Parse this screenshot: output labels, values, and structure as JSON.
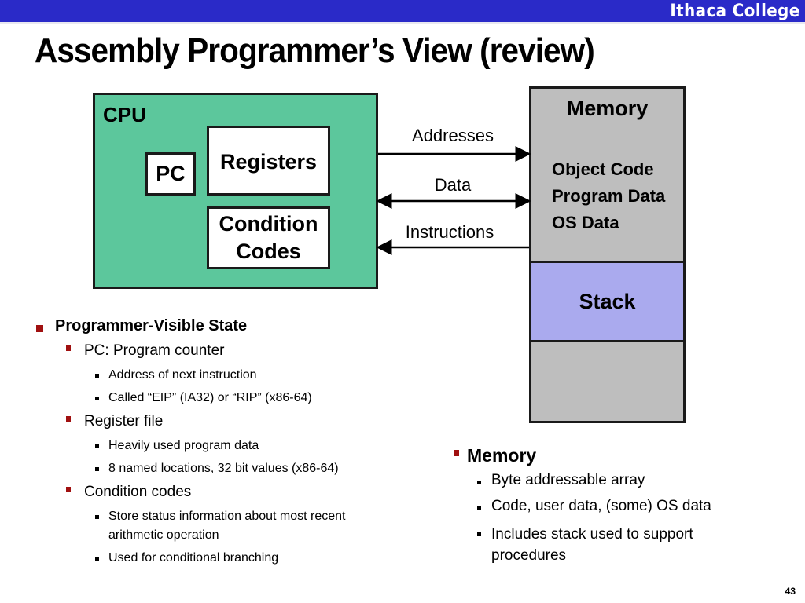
{
  "header": {
    "brand": "Ithaca College",
    "title": "Assembly Programmer’s View (review)"
  },
  "diagram": {
    "cpu": {
      "label": "CPU",
      "pc": "PC",
      "registers": "Registers",
      "condition_codes_line1": "Condition",
      "condition_codes_line2": "Codes",
      "color": "#5cc79c"
    },
    "memory": {
      "label": "Memory",
      "contents": [
        "Object Code",
        "Program Data",
        "OS Data"
      ],
      "stack": "Stack",
      "color": "#bebebe",
      "stack_color": "#aaaaee"
    },
    "connections": [
      {
        "label": "Addresses",
        "direction": "cpu-to-memory"
      },
      {
        "label": "Data",
        "direction": "bidirectional"
      },
      {
        "label": "Instructions",
        "direction": "memory-to-cpu"
      }
    ]
  },
  "bullets_left": {
    "heading": "Programmer-Visible State",
    "items": [
      {
        "label": "PC: Program counter",
        "sub": [
          "Address of next instruction",
          "Called “EIP” (IA32) or “RIP” (x86-64)"
        ]
      },
      {
        "label": "Register file",
        "sub": [
          "Heavily used program data",
          "8 named locations, 32 bit values (x86-64)"
        ]
      },
      {
        "label": "Condition codes",
        "sub": [
          "Store status information about most recent arithmetic operation",
          "Used for conditional branching"
        ]
      }
    ]
  },
  "bullets_right": {
    "heading": "Memory",
    "items": [
      "Byte addressable array",
      "Code, user data, (some) OS data",
      "Includes stack used to support procedures"
    ]
  },
  "footer": {
    "page_number": "43"
  }
}
